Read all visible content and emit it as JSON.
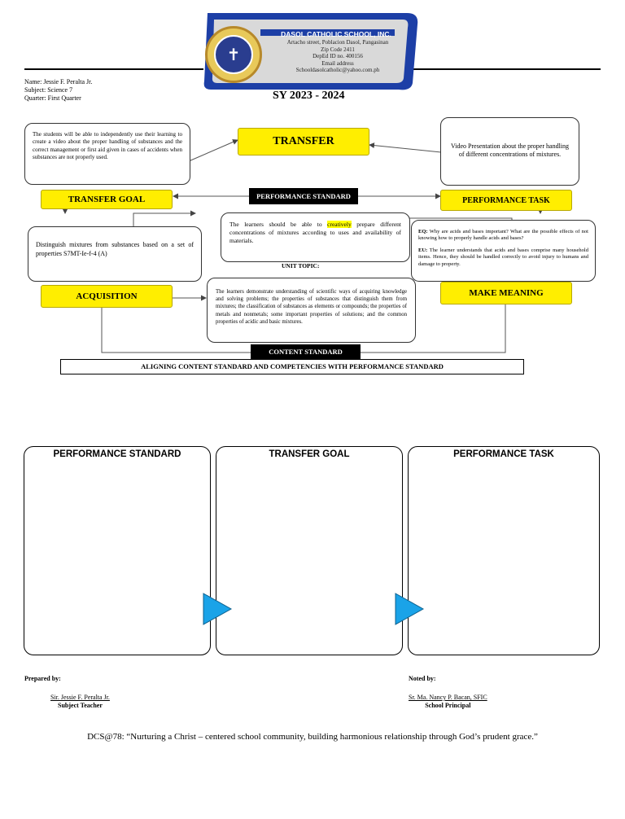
{
  "school": {
    "name": "DASOL CATHOLIC SCHOOL, INC.",
    "address": "Artacho street, Poblacion Dasol, Pangasinan",
    "zip": "Zip Code 2411",
    "deped_id": "DepEd ID no. 400156",
    "email_label": "Email address",
    "email": "Schooldasolcatholic@yahoo.com.ph"
  },
  "info": {
    "name": "Name:   Jessie F. Peralta Jr.",
    "subject": "Subject: Science 7",
    "quarter": "Quarter: First Quarter"
  },
  "sy": "SY 2023 - 2024",
  "diagram": {
    "transfer": "TRANSFER",
    "transfer_text": "The students will be able to independently use their learning to create a video about the proper handling of substances and the correct management or first aid given in cases of accidents when substances are not properly used.",
    "video_text": "Video Presentation about the proper handling of different concentrations of mixtures.",
    "transfer_goal": "TRANSFER GOAL",
    "performance_standard": "PERFORMANCE STANDARD",
    "performance_task": "PERFORMANCE TASK",
    "ps_text_pre": "The learners should be able to ",
    "ps_text_highlight": "creatively",
    "ps_text_post": " prepare different concentrations of mixtures according to uses and availability of materials.",
    "distinguish_text": "Distinguish mixtures from substances based on a set of properties S7MT-Ie-f-4 (A)",
    "eq_label": "EQ:",
    "eq_text": " Why are acids and bases important? What are the possible effects of not knowing how to properly handle acids and bases?",
    "eu_label": "EU:",
    "eu_text": " The learner understands that acids and bases comprise many household items. Hence, they should be handled correctly to avoid injury to humans and damage to property.",
    "unit_topic": "UNIT TOPIC:",
    "acquisition": "ACQUISITION",
    "make_meaning": "MAKE MEANING",
    "content_text": "The learners demonstrate understanding of scientific ways of acquiring knowledge and solving problems; the properties of substances that distinguish them from mixtures; the classification of substances as elements or compounds; the properties of metals and nonmetals; some important properties of solutions; and the common properties of acidic and basic mixtures.",
    "content_standard": "CONTENT STANDARD",
    "aligning": "ALIGNING CONTENT STANDARD AND COMPETENCIES WITH PERFORMANCE STANDARD"
  },
  "boxes": {
    "b1": "PERFORMANCE STANDARD",
    "b2": "TRANSFER GOAL",
    "b3": "PERFORMANCE TASK"
  },
  "signatures": {
    "prepared_label": "Prepared by:",
    "prepared_name": "Sir. Jessie F. Peralta Jr.",
    "prepared_role": "Subject Teacher",
    "noted_label": "Noted by:",
    "noted_name": "Sr. Ma. Nancy P. Bacan, SFIC",
    "noted_role": "School Principal"
  },
  "motto": "DCS@78: “Nurturing a Christ – centered school community, building harmonious relationship through God’s prudent grace.”",
  "colors": {
    "yellow": "#ffee00",
    "banner_blue": "#1d3fa6",
    "arrow_blue": "#1aa3e8"
  }
}
